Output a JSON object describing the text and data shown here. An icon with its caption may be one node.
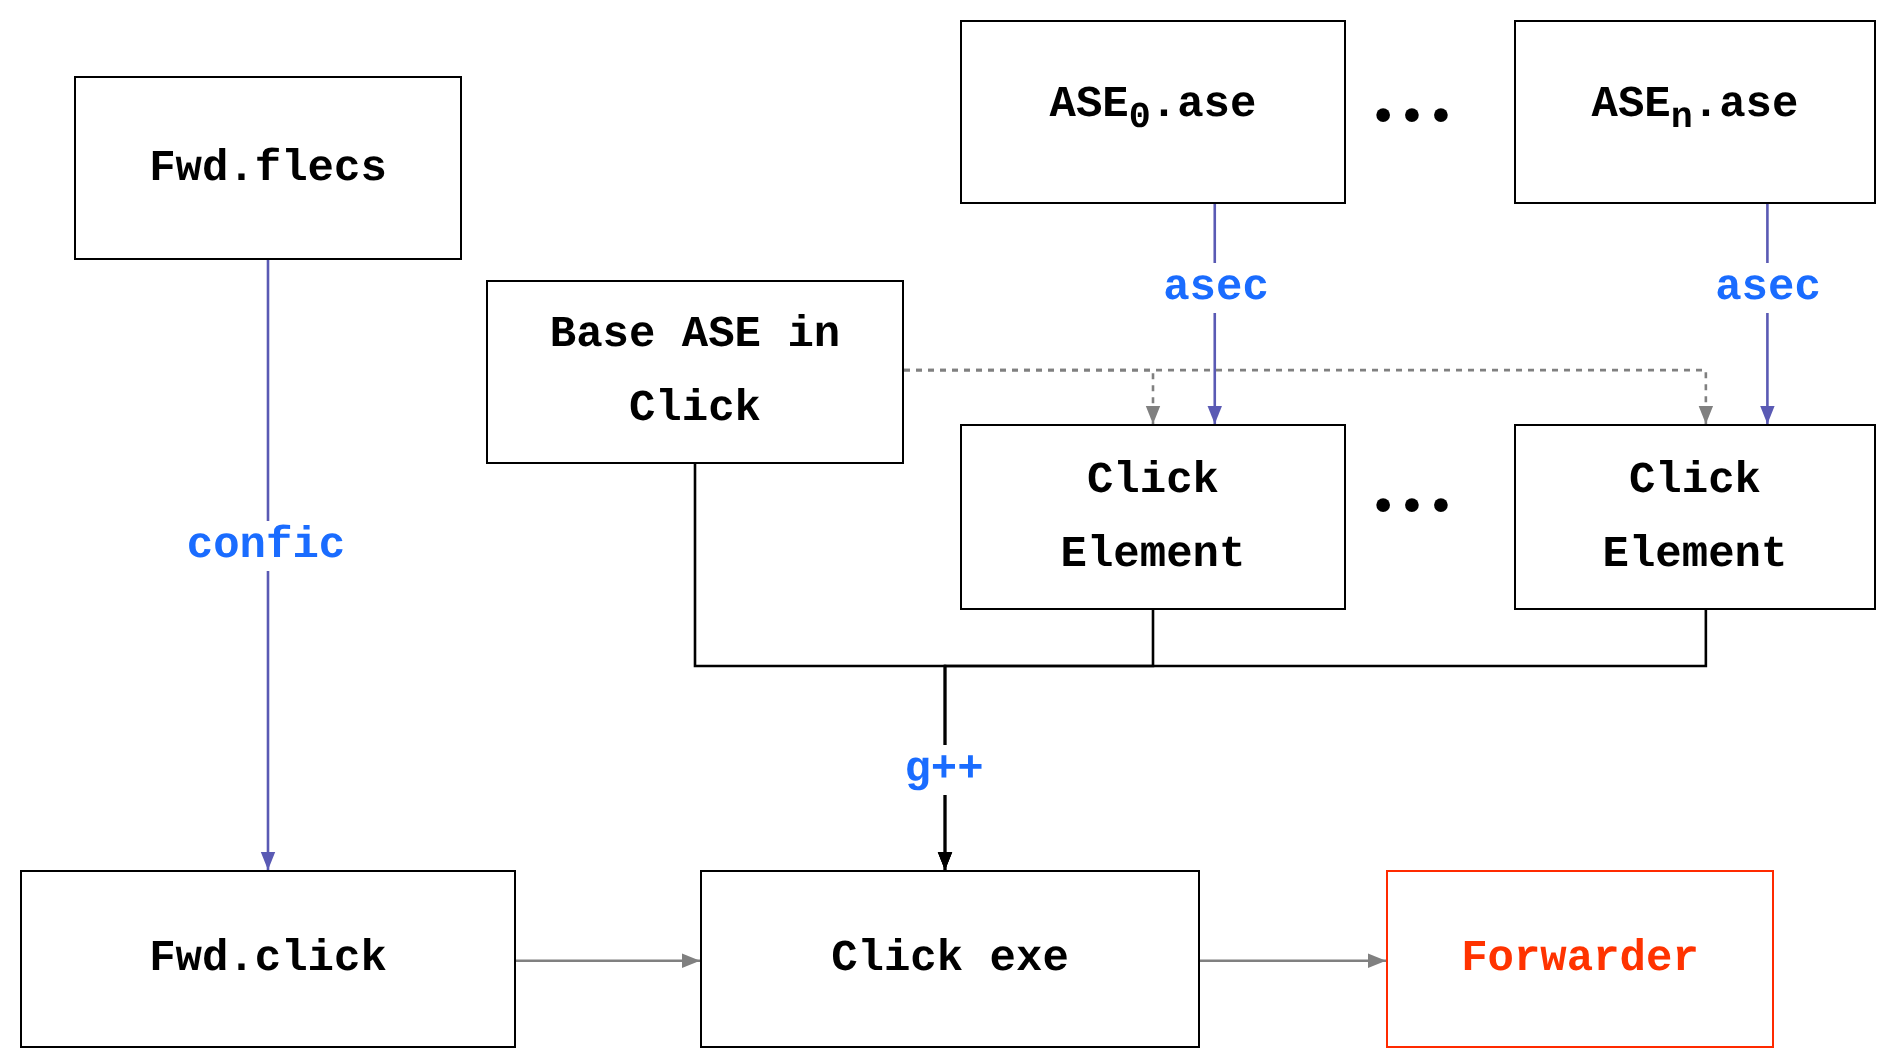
{
  "diagram": {
    "nodes": [
      {
        "text": [
          "Fwd.flecs"
        ]
      },
      {
        "text": [
          "ASE$_{0}$.ase"
        ]
      },
      {
        "text": [
          "ASE$_{n}$.ase"
        ]
      },
      {
        "text": [
          "Base ASE in Click"
        ]
      },
      {
        "text": [
          "Click Element"
        ]
      },
      {
        "text": [
          "Click Element"
        ]
      },
      {
        "text": [
          "Fwd.click"
        ]
      },
      {
        "text": [
          "Click exe"
        ]
      },
      {
        "text": [
          "Forwarder"
        ]
      }
    ],
    "edges": [
      {
        "from": 0,
        "to": 6,
        "arrow": "to",
        "label": "confic",
        "color": "#5a5ab4"
      },
      {
        "from": 1,
        "to": 4,
        "arrow": "to",
        "label": "asec",
        "color": "#5a5ab4"
      },
      {
        "from": 2,
        "to": 5,
        "arrow": "to",
        "label": "asec",
        "color": "#5a5ab4"
      },
      {
        "from": 3,
        "to": 4,
        "arrow": "to",
        "style": "dashed",
        "color": "#808080"
      },
      {
        "from": 3,
        "to": 5,
        "arrow": "to",
        "style": "dashed",
        "color": "#808080"
      },
      {
        "from": 3,
        "to": 7,
        "arrow": "to",
        "label": "g++",
        "color": "#000000"
      },
      {
        "from": 4,
        "to": 7,
        "arrow": "to",
        "color": "#000000"
      },
      {
        "from": 5,
        "to": 7,
        "arrow": "to",
        "color": "#000000"
      },
      {
        "from": 6,
        "to": 7,
        "arrow": "to",
        "color": "#808080"
      },
      {
        "from": 7,
        "to": 8,
        "arrow": "to",
        "color": "#808080"
      }
    ],
    "labels": [
      "•••",
      "•••"
    ]
  }
}
